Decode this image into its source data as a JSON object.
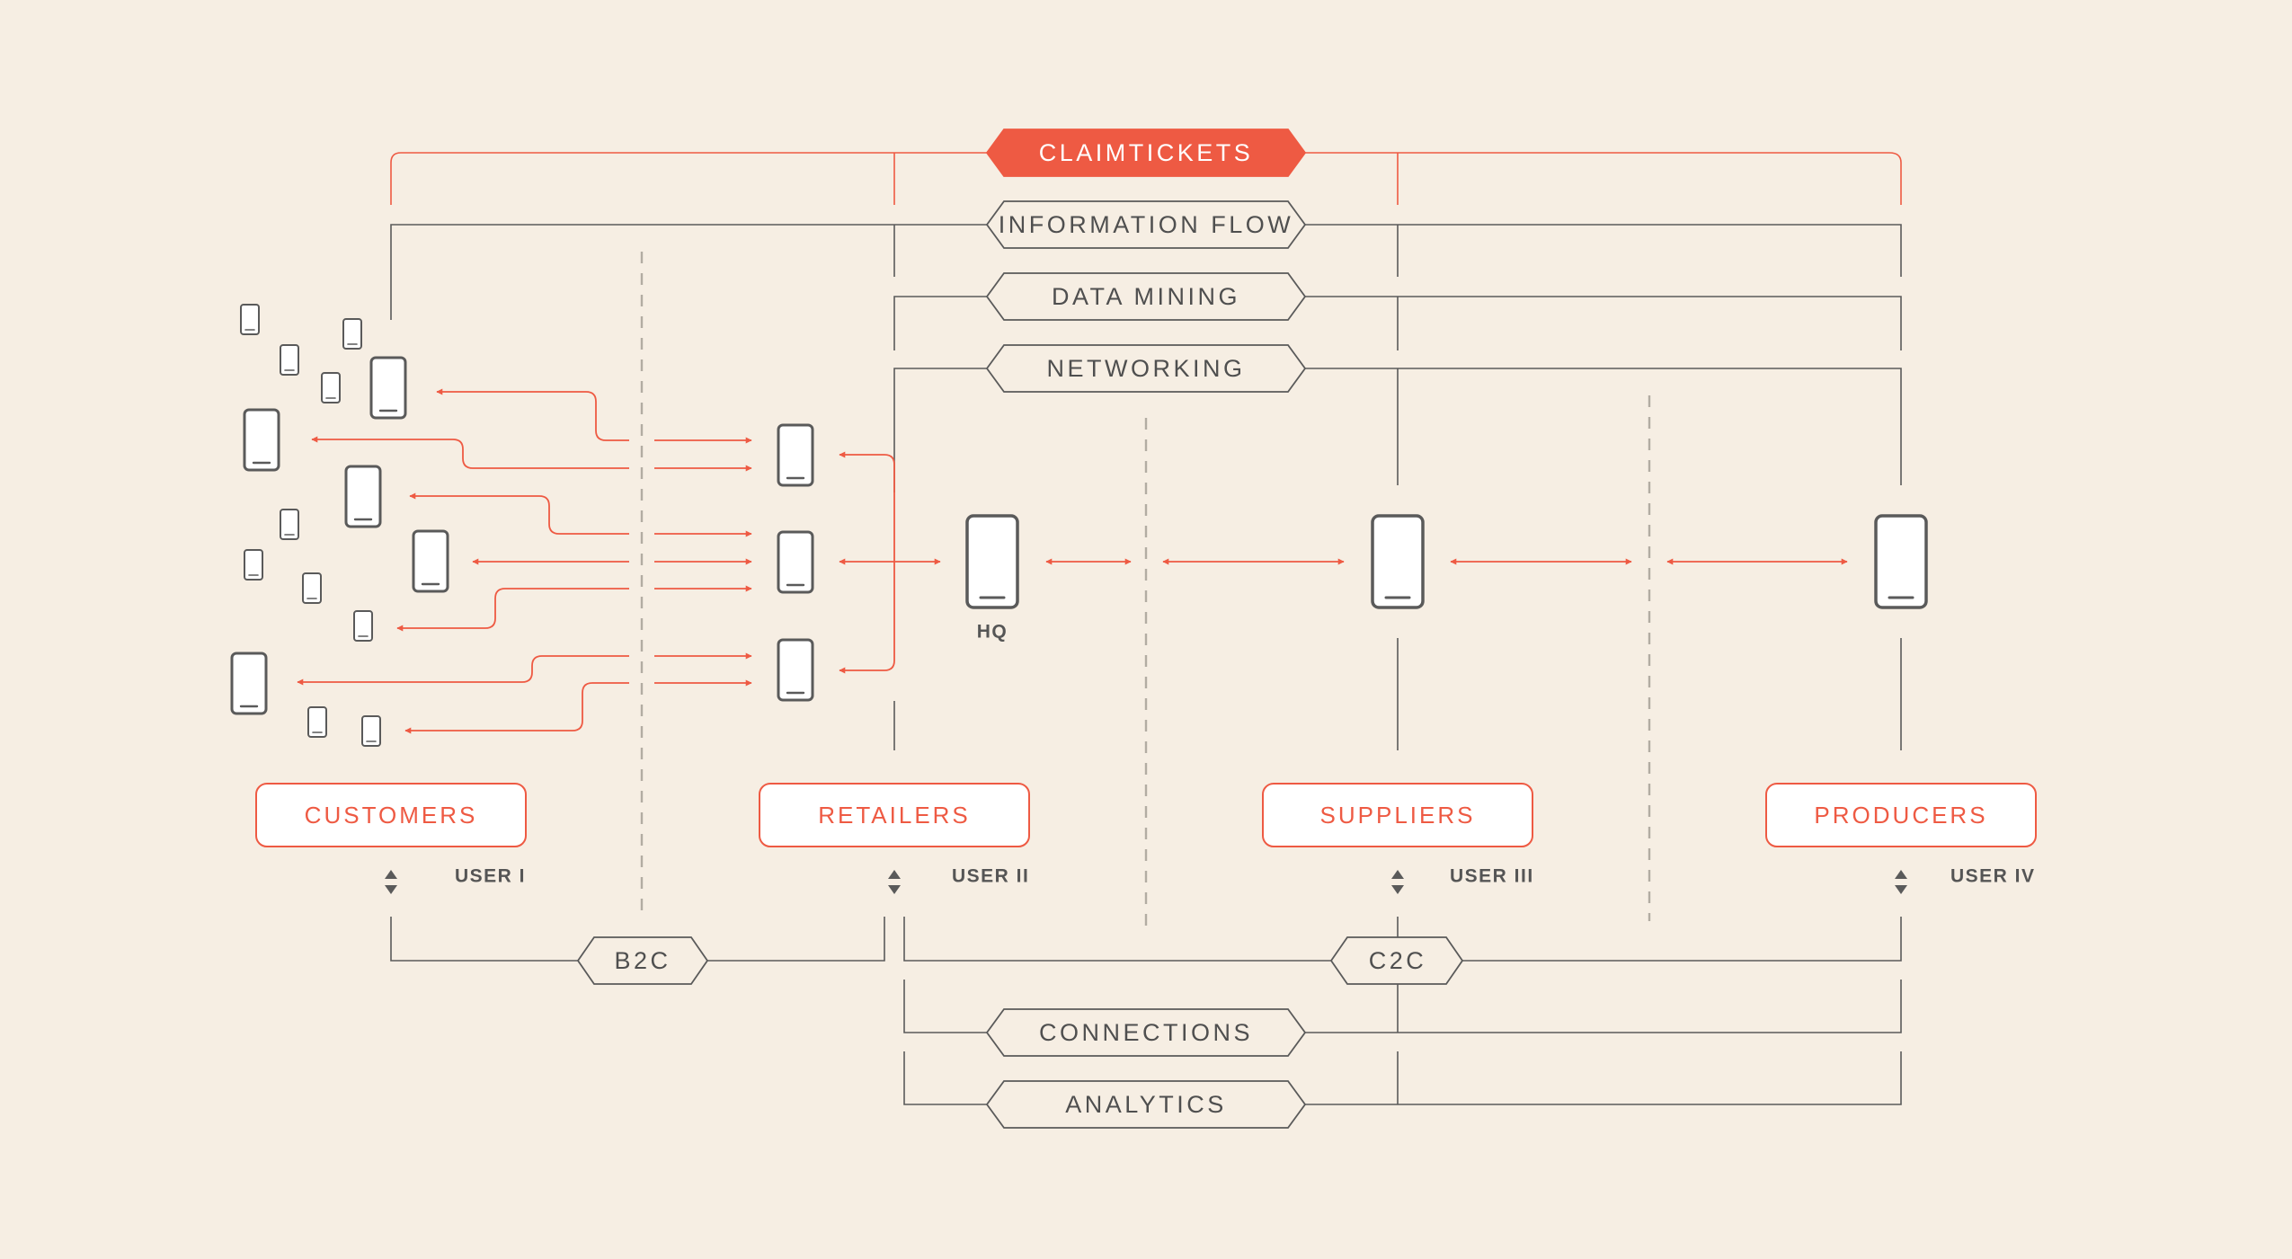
{
  "flows": {
    "claimtickets": "CLAIMTICKETS",
    "information_flow": "INFORMATION FLOW",
    "data_mining": "DATA MINING",
    "networking": "NETWORKING",
    "connections": "CONNECTIONS",
    "analytics": "ANALYTICS"
  },
  "relations": {
    "b2c": "B2C",
    "c2c": "C2C"
  },
  "roles": [
    {
      "label": "CUSTOMERS",
      "user": "USER I"
    },
    {
      "label": "RETAILERS",
      "user": "USER II"
    },
    {
      "label": "SUPPLIERS",
      "user": "USER III"
    },
    {
      "label": "PRODUCERS",
      "user": "USER IV"
    }
  ],
  "hq_label": "HQ",
  "colors": {
    "background": "#f6eee3",
    "accent": "#ee5a43",
    "line": "#5a5a5a",
    "dash": "#b2aca2"
  },
  "icons": [
    "phone-icon",
    "up-down-arrows-icon",
    "double-arrow-icon"
  ]
}
